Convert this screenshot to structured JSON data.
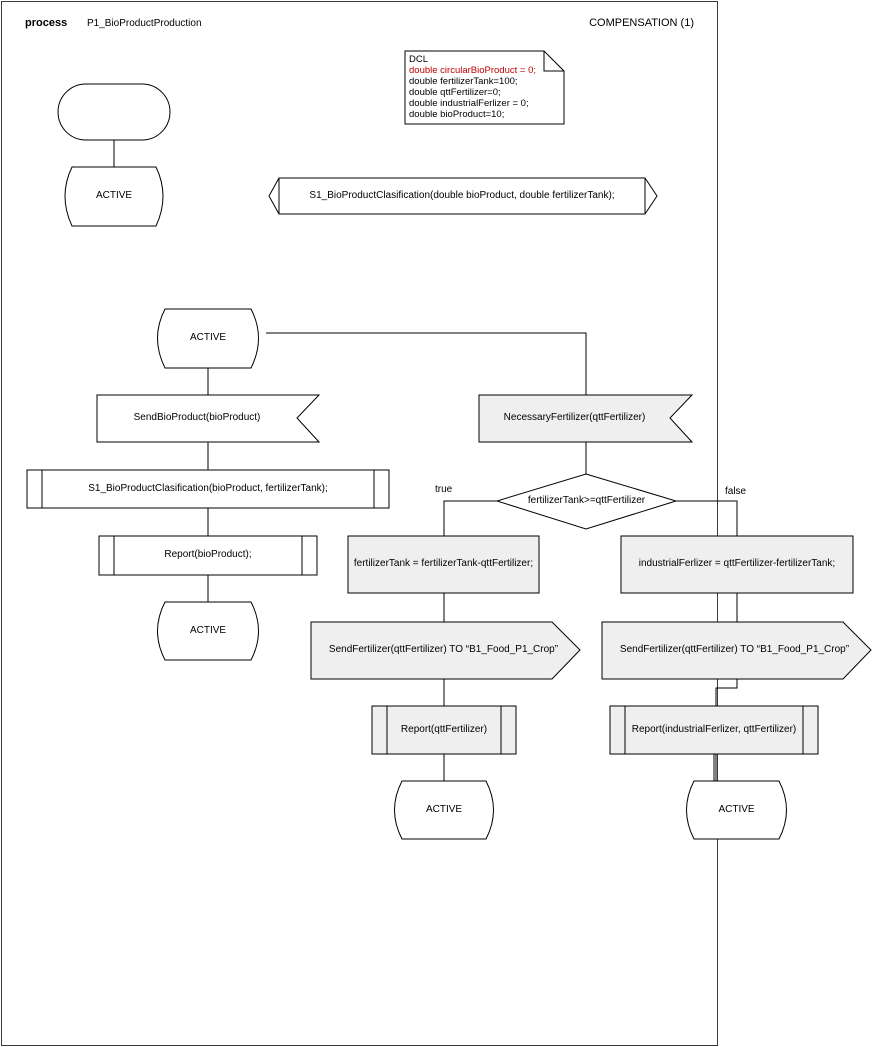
{
  "header": {
    "keyword": "process",
    "process_name": "P1_BioProductProduction",
    "page_label": "COMPENSATION (1)"
  },
  "declaration": {
    "lines": [
      {
        "text": "DCL",
        "highlight": false
      },
      {
        "text": "double circularBioProduct = 0;",
        "highlight": true
      },
      {
        "text": "double fertilizerTank=100;",
        "highlight": false
      },
      {
        "text": "double qttFertilizer=0;",
        "highlight": false
      },
      {
        "text": "double industrialFerlizer = 0;",
        "highlight": false
      },
      {
        "text": "double bioProduct=10;",
        "highlight": false
      }
    ],
    "highlight_color": "#c00000"
  },
  "procedure_decl": "S1_BioProductClasification(double bioProduct, double fertilizerTank);",
  "states": {
    "start_state": "ACTIVE",
    "main_state": "ACTIVE",
    "left_next": "ACTIVE",
    "true_next": "ACTIVE",
    "false_next": "ACTIVE"
  },
  "left_branch": {
    "output": "SendBioProduct(bioProduct)",
    "procedure_call": "S1_BioProductClasification(bioProduct, fertilizerTank);",
    "report": "Report(bioProduct);"
  },
  "right_branch": {
    "input": "NecessaryFertilizer(qttFertilizer)",
    "decision": "fertilizerTank>=qttFertilizer",
    "true_label": "true",
    "false_label": "false",
    "true_task": "fertilizerTank = fertilizerTank-qttFertilizer;",
    "false_task": "industrialFerlizer = qttFertilizer-fertilizerTank;",
    "true_output": "SendFertilizer(qttFertilizer) TO “B1_Food_P1_Crop”",
    "false_output": "SendFertilizer(qttFertilizer) TO “B1_Food_P1_Crop”",
    "true_report": "Report(qttFertilizer)",
    "false_report": "Report(industrialFerlizer, qttFertilizer)"
  },
  "colors": {
    "line": "#000000",
    "shaded_fill": "#efefef",
    "page_border": "#3a3a3a"
  }
}
